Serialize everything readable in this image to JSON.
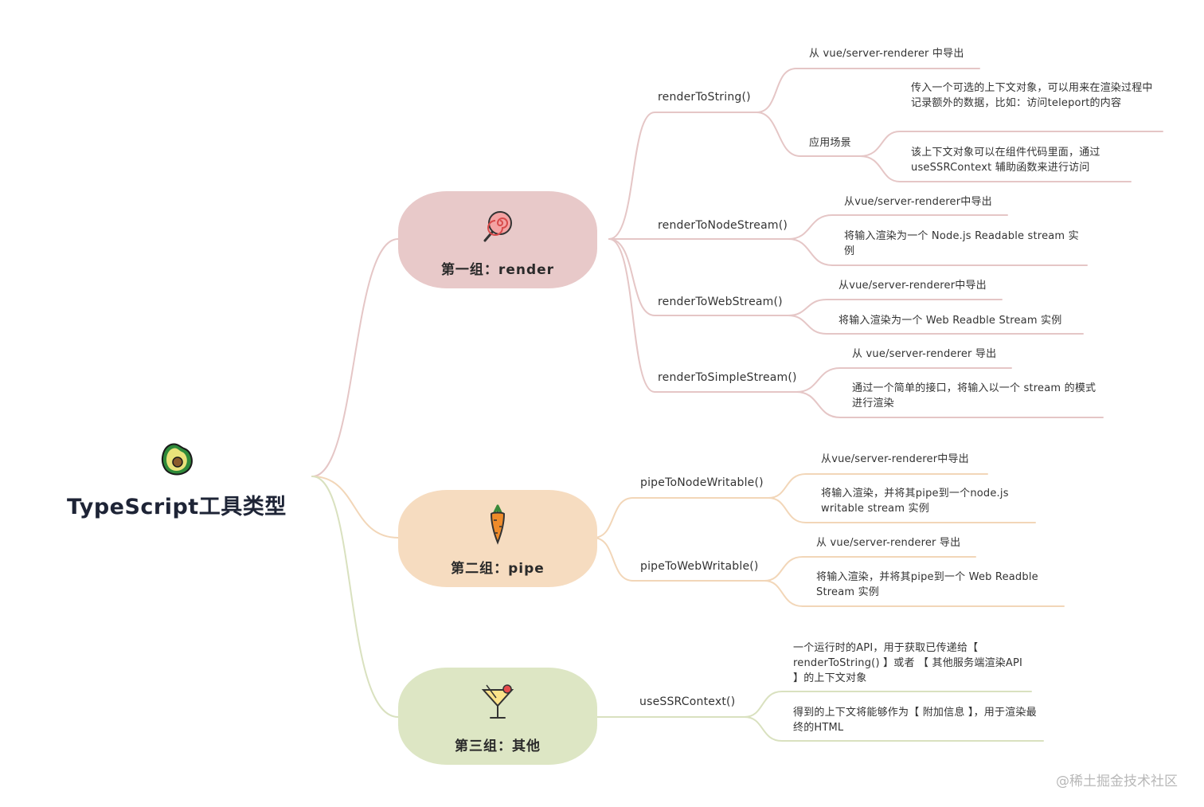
{
  "root": {
    "title": "TypeScript工具类型",
    "icon": "avocado-icon"
  },
  "groups": [
    {
      "label": "第一组：render",
      "icon": "lollipop-icon",
      "color": "#e8c9c9"
    },
    {
      "label": "第二组：pipe",
      "icon": "carrot-icon",
      "color": "#f6dcc0"
    },
    {
      "label": "第三组：其他",
      "icon": "cocktail-icon",
      "color": "#dde6c4"
    }
  ],
  "render": {
    "toString": {
      "name": "renderToString()",
      "export": "从 vue/server-renderer 中导出",
      "scenario_label": "应用场景",
      "scenario_1": "传入一个可选的上下文对象，可以用来在渲染过程中记录额外的数据，比如：访问teleport的内容",
      "scenario_2": "该上下文对象可以在组件代码里面，通过 useSSRContext 辅助函数来进行访问"
    },
    "toNodeStream": {
      "name": "renderToNodeStream()",
      "export": "从vue/server-renderer中导出",
      "desc": "将输入渲染为一个 Node.js Readable stream 实例"
    },
    "toWebStream": {
      "name": "renderToWebStream()",
      "export": "从vue/server-renderer中导出",
      "desc": "将输入渲染为一个 Web Readble Stream 实例"
    },
    "toSimpleStream": {
      "name": "renderToSimpleStream()",
      "export": "从 vue/server-renderer 导出",
      "desc": "通过一个简单的接口，将输入以一个 stream 的模式进行渲染"
    }
  },
  "pipe": {
    "toNode": {
      "name": "pipeToNodeWritable()",
      "export": "从vue/server-renderer中导出",
      "desc": "将输入渲染，并将其pipe到一个node.js writable stream 实例"
    },
    "toWeb": {
      "name": "pipeToWebWritable()",
      "export": "从 vue/server-renderer 导出",
      "desc": "将输入渲染，并将其pipe到一个 Web Readble Stream 实例"
    }
  },
  "other": {
    "ssrContext": {
      "name": "useSSRContext()",
      "desc_1": "一个运行时的API，用于获取已传递给【 renderToString() 】或者 【 其他服务端渲染API 】的上下文对象",
      "desc_2": "得到的上下文将能够作为【 附加信息 】，用于渲染最终的HTML"
    }
  },
  "watermark": "@稀土掘金技术社区",
  "colors": {
    "pink": "#e3c3c3",
    "orange": "#f2d4b4",
    "green": "#d6dfb8",
    "text": "#333333"
  }
}
